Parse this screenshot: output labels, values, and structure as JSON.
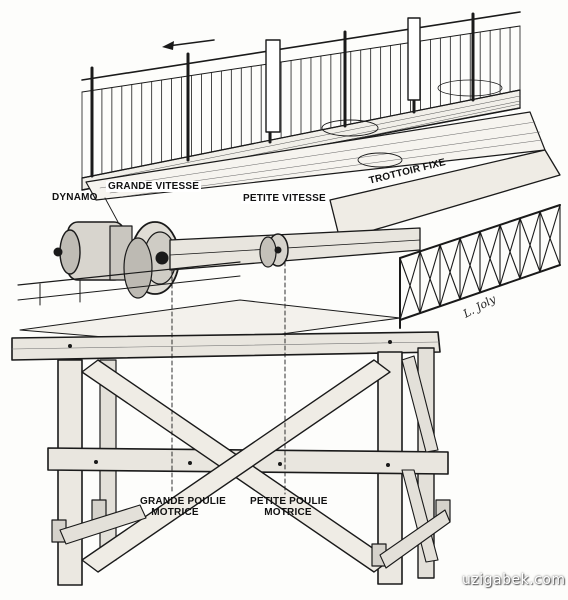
{
  "labels": {
    "dynamo": "DYNAMO",
    "grande_vitesse": "GRANDE VITESSE",
    "petite_vitesse": "PETITE VITESSE",
    "trottoir_fixe": "TROTTOIR FIXE",
    "grande_poulie_1": "GRANDE POULIE",
    "grande_poulie_2": "MOTRICE",
    "petite_poulie_1": "PETITE POULIE",
    "petite_poulie_2": "MOTRICE"
  },
  "signature": "L. Joly",
  "watermark": "uzigabek.com",
  "colors": {
    "ink": "#1a1a1a",
    "paper": "#fdfdfb",
    "wood": "#e9e6df"
  },
  "icons": {
    "direction": "arrow-left-icon"
  }
}
